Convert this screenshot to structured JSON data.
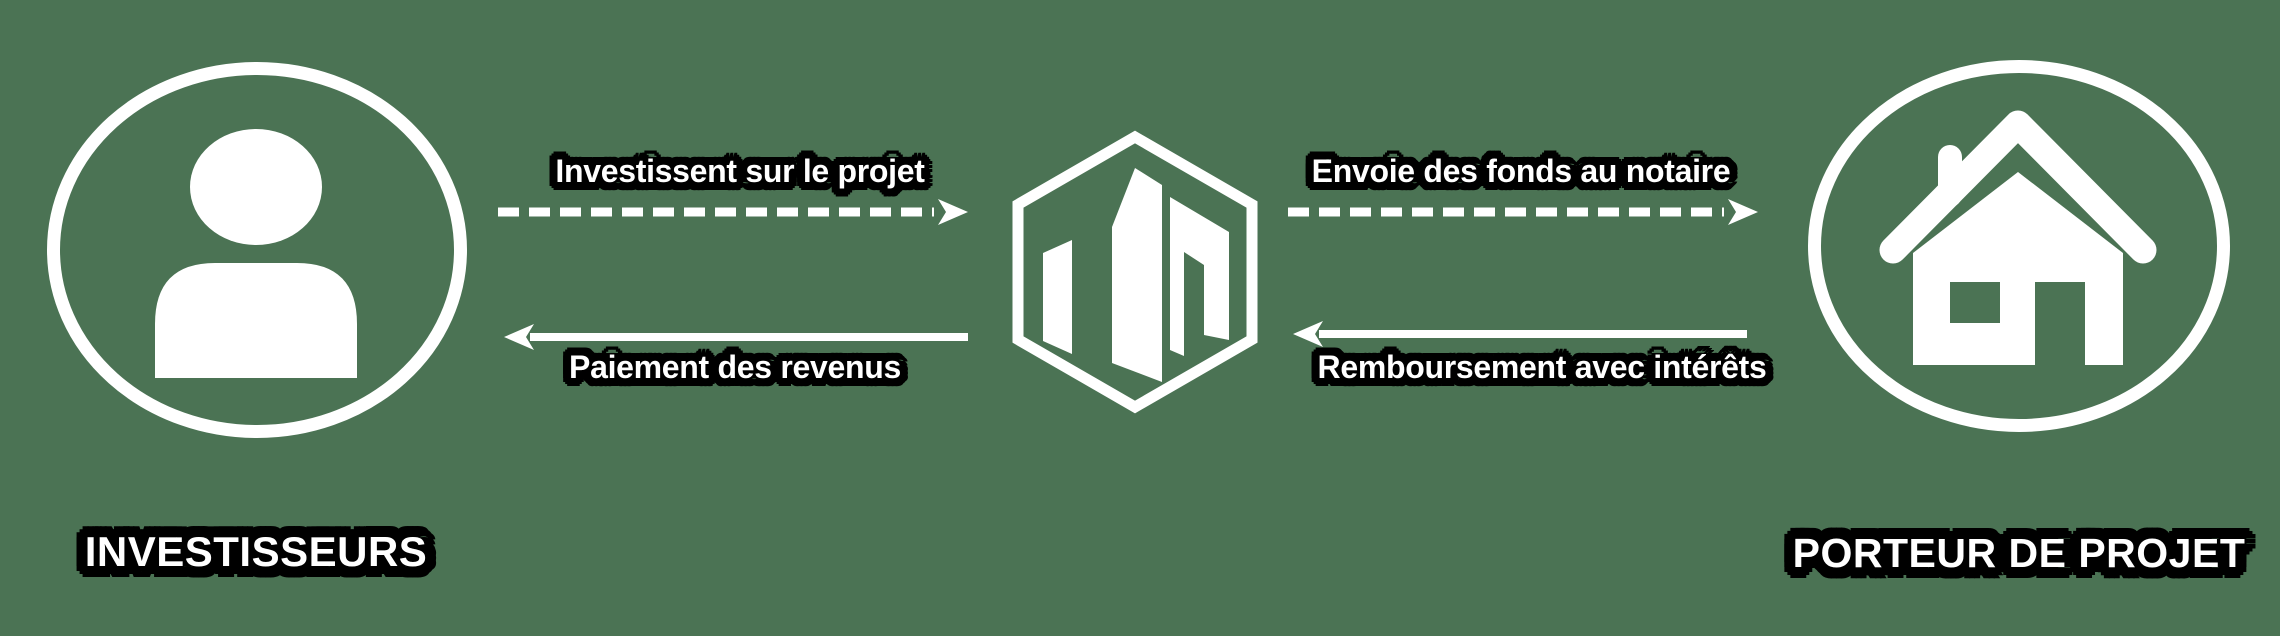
{
  "colors": {
    "background": "#4b7354",
    "foreground": "#ffffff",
    "text_outline": "#000000"
  },
  "actors": {
    "investors": {
      "label": "INVESTISSEURS",
      "icon": "person-icon"
    },
    "project_owner": {
      "label": "PORTEUR DE PROJET",
      "icon": "house-icon"
    }
  },
  "platform": {
    "icon": "hexagon-buildings-logo"
  },
  "flows": {
    "invest": {
      "label": "Investissent sur le projet",
      "style": "dashed",
      "direction": "right",
      "from": "investors",
      "to": "platform"
    },
    "send_funds": {
      "label": "Envoie des fonds au notaire",
      "style": "dashed",
      "direction": "right",
      "from": "platform",
      "to": "project_owner"
    },
    "pay_revenue": {
      "label": "Paiement des revenus",
      "style": "solid",
      "direction": "left",
      "from": "platform",
      "to": "investors"
    },
    "repay": {
      "label": "Remboursement avec intérêts",
      "style": "solid",
      "direction": "left",
      "from": "project_owner",
      "to": "platform"
    }
  }
}
